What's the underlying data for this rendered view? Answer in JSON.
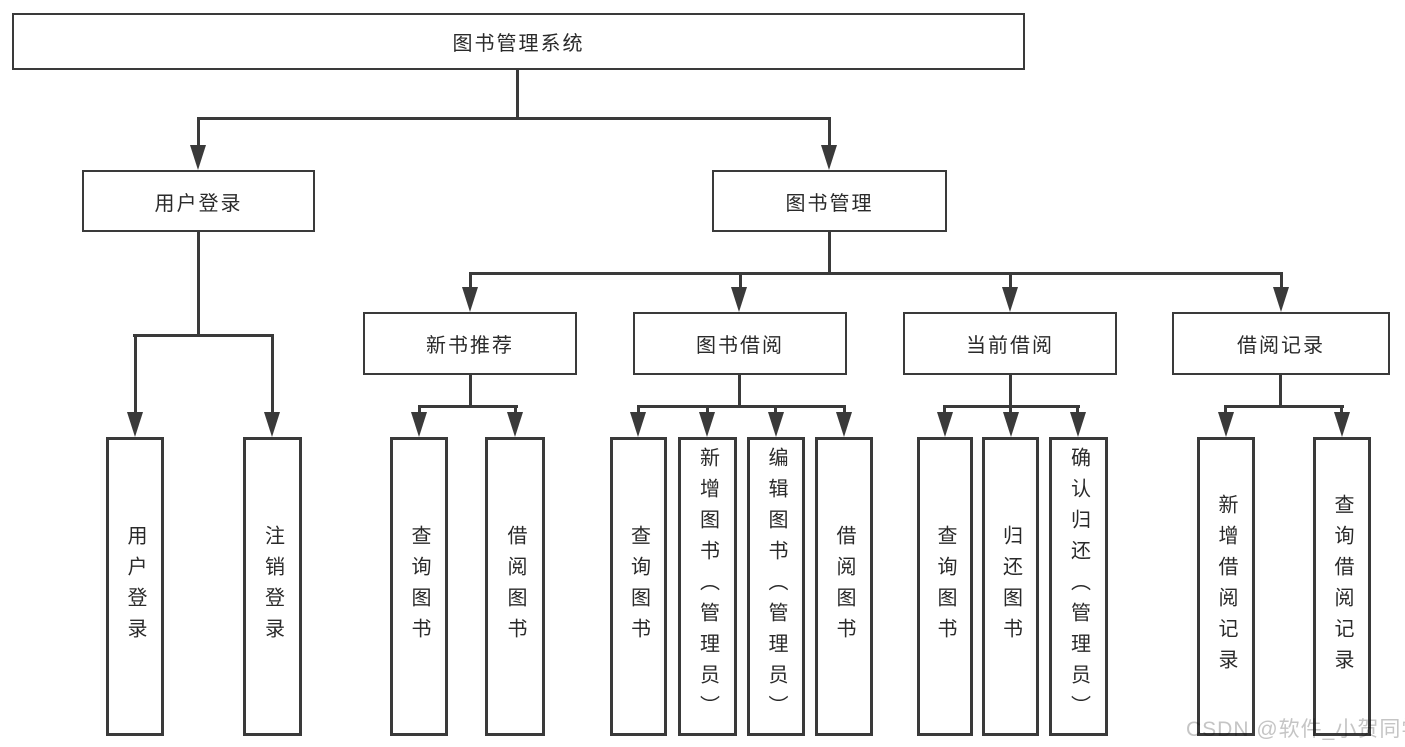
{
  "colors": {
    "line": "#3a3a3a",
    "box_border": "#3a3a3a",
    "text": "#2a2a2a",
    "background": "#ffffff",
    "watermark": "#c5c5c5"
  },
  "watermark": {
    "text": "CSDN @软件_小贺同学"
  },
  "diagram": {
    "root": {
      "label": "图书管理系统"
    },
    "branches": {
      "user_login": {
        "label": "用户登录"
      },
      "book_management": {
        "label": "图书管理"
      }
    },
    "modules": {
      "new_book_recommend": {
        "label": "新书推荐"
      },
      "book_borrow": {
        "label": "图书借阅"
      },
      "current_borrow": {
        "label": "当前借阅"
      },
      "borrow_records": {
        "label": "借阅记录"
      }
    },
    "leaves": {
      "user_login": [
        "用户登录",
        "注销登录"
      ],
      "new_book_recommend": [
        "查询图书",
        "借阅图书"
      ],
      "book_borrow": [
        "查询图书",
        "新增图书（管理员）",
        "编辑图书（管理员）",
        "借阅图书"
      ],
      "current_borrow": [
        "查询图书",
        "归还图书",
        "确认归还（管理员）"
      ],
      "borrow_records": [
        "新增借阅记录",
        "查询借阅记录"
      ]
    }
  }
}
